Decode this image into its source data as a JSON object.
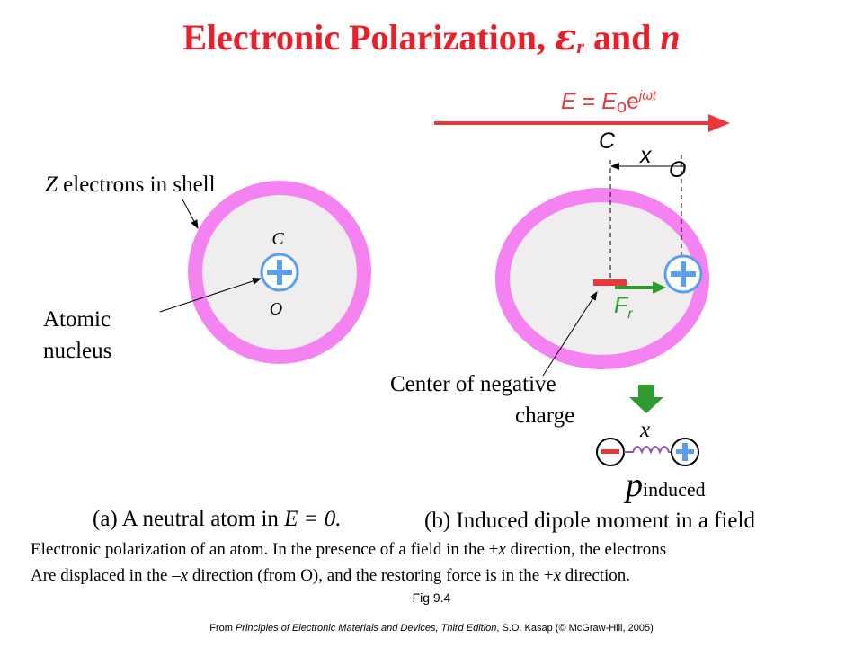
{
  "title": {
    "text_main": "Electronic Polarization, ",
    "epsilon_symbol": "ε",
    "epsilon_sub": "r",
    "text_and": " and ",
    "n_symbol": "n"
  },
  "left_panel": {
    "shell_label": "Z electrons in shell",
    "center_c": "C",
    "center_o": "O",
    "nucleus_label_1": "Atomic",
    "nucleus_label_2": "nucleus",
    "caption_prefix": "(a) A neutral atom in ",
    "caption_math": "E = 0."
  },
  "right_panel": {
    "field_label_E": "E",
    "field_label_eq": " = ",
    "field_label_E0": "E",
    "field_label_sub0": "o",
    "field_label_e": "e",
    "field_label_exp": "jωt",
    "label_c": "C",
    "label_o": "O",
    "label_x": "x",
    "force_label": "F",
    "force_sub": "r",
    "neg_center_1": "Center of negative",
    "neg_center_2": "charge",
    "dipole_x": "x",
    "dipole_p": "p",
    "dipole_sub": "induced",
    "caption": "(b) Induced dipole moment in a field"
  },
  "caption": {
    "line1_a": "Electronic polarization of an atom. In the presence of a field in the +",
    "line1_x": "x",
    "line1_b": " direction, the electrons",
    "line2_a": "Are displaced in the –",
    "line2_x1": "x",
    "line2_b": " direction (from O), and the restoring force is in the +",
    "line2_x2": "x",
    "line2_c": " direction."
  },
  "fig_label": "Fig 9.4",
  "source": {
    "prefix": "From ",
    "book": "Principles of Electronic Materials and Devices, Third Edition",
    "suffix": ", S.O. Kasap (© McGraw-Hill,  2005)"
  },
  "colors": {
    "title_red": "#e8202a",
    "shell_pink": "#f482f0",
    "interior_gray": "#efedee",
    "nucleus_blue": "#5b9ef0",
    "field_red": "#e8383c",
    "force_green": "#2d9b2e",
    "spring_purple": "#8a53b8"
  }
}
